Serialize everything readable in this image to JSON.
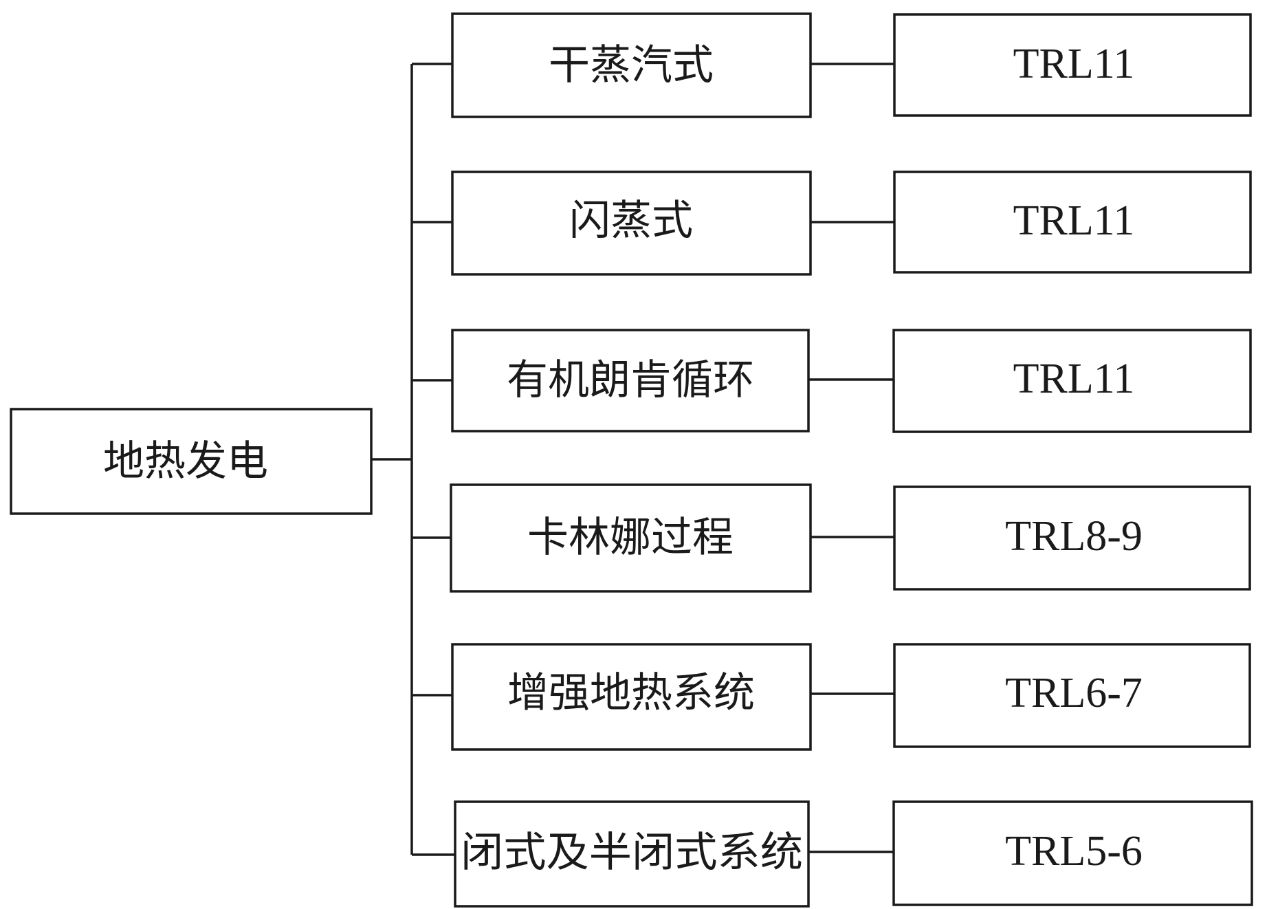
{
  "root": {
    "label": "地热发电"
  },
  "branches": [
    {
      "tech": "干蒸汽式",
      "trl": "TRL11"
    },
    {
      "tech": "闪蒸式",
      "trl": "TRL11"
    },
    {
      "tech": "有机朗肯循环",
      "trl": "TRL11"
    },
    {
      "tech": "卡林娜过程",
      "trl": "TRL8-9"
    },
    {
      "tech": "增强地热系统",
      "trl": "TRL6-7"
    },
    {
      "tech": "闭式及半闭式系统",
      "trl": "TRL5-6"
    }
  ]
}
